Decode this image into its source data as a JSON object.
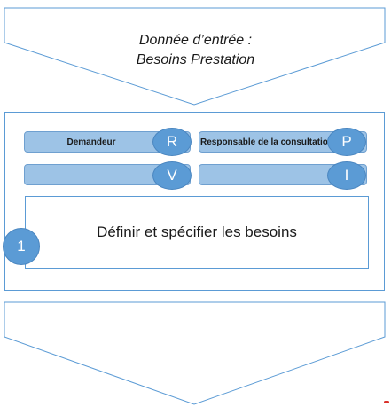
{
  "input_chevron": {
    "line1": "Donnée d’entrée :",
    "line2": "Besoins Prestation"
  },
  "process": {
    "roles": [
      {
        "label": "Demandeur",
        "badge": "R"
      },
      {
        "label": "Responsable de la consultation",
        "badge": "P"
      },
      {
        "label": "",
        "badge": "V"
      },
      {
        "label": "",
        "badge": "I"
      }
    ],
    "task": "Définir et spécifier les besoins",
    "step_number": "1"
  },
  "colors": {
    "outline": "#5b9bd5",
    "role_fill": "#9dc3e6",
    "badge_fill": "#5b9bd5",
    "accent_mark": "#d9312b"
  }
}
